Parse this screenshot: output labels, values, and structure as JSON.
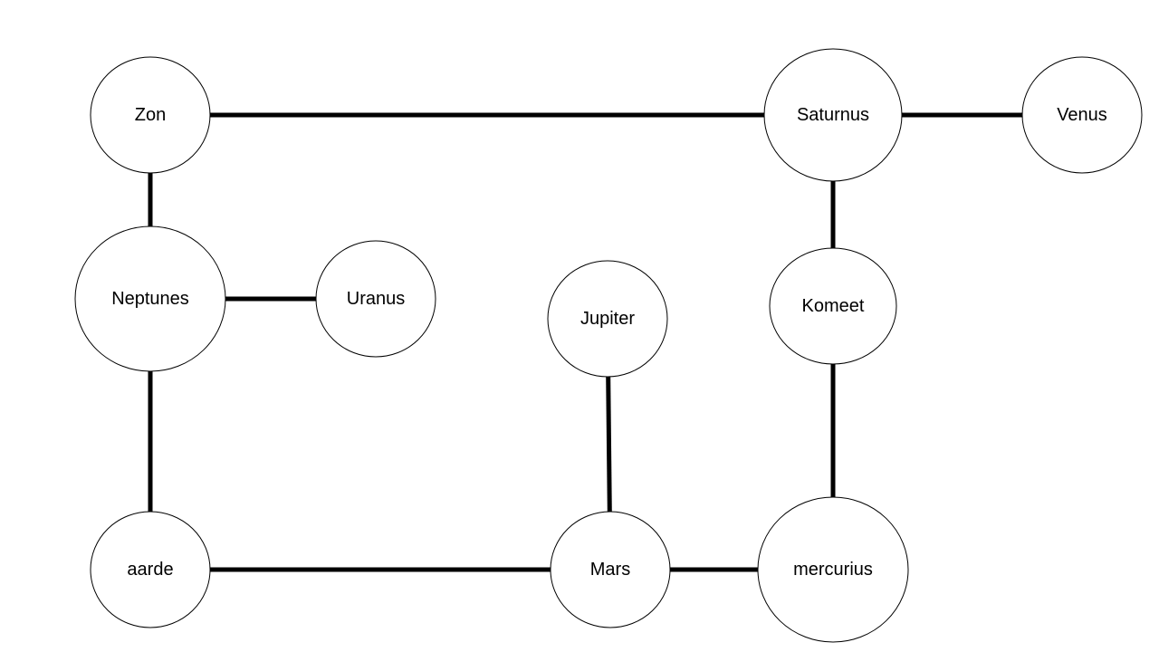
{
  "diagram": {
    "colors": {
      "background": "#ffffff",
      "node_stroke": "#000000",
      "edge": "#000000",
      "text": "#000000"
    },
    "nodes": [
      {
        "id": "zon",
        "label": "Zon"
      },
      {
        "id": "saturnus",
        "label": "Saturnus"
      },
      {
        "id": "venus",
        "label": "Venus"
      },
      {
        "id": "neptunes",
        "label": "Neptunes"
      },
      {
        "id": "uranus",
        "label": "Uranus"
      },
      {
        "id": "jupiter",
        "label": "Jupiter"
      },
      {
        "id": "komeet",
        "label": "Komeet"
      },
      {
        "id": "aarde",
        "label": "aarde"
      },
      {
        "id": "mars",
        "label": "Mars"
      },
      {
        "id": "mercurius",
        "label": "mercurius"
      }
    ],
    "edges": [
      {
        "from": "zon",
        "to": "saturnus"
      },
      {
        "from": "saturnus",
        "to": "venus"
      },
      {
        "from": "zon",
        "to": "neptunes"
      },
      {
        "from": "neptunes",
        "to": "uranus"
      },
      {
        "from": "neptunes",
        "to": "aarde"
      },
      {
        "from": "saturnus",
        "to": "komeet"
      },
      {
        "from": "komeet",
        "to": "mercurius"
      },
      {
        "from": "jupiter",
        "to": "mars"
      },
      {
        "from": "aarde",
        "to": "mars"
      },
      {
        "from": "mars",
        "to": "mercurius"
      }
    ]
  }
}
